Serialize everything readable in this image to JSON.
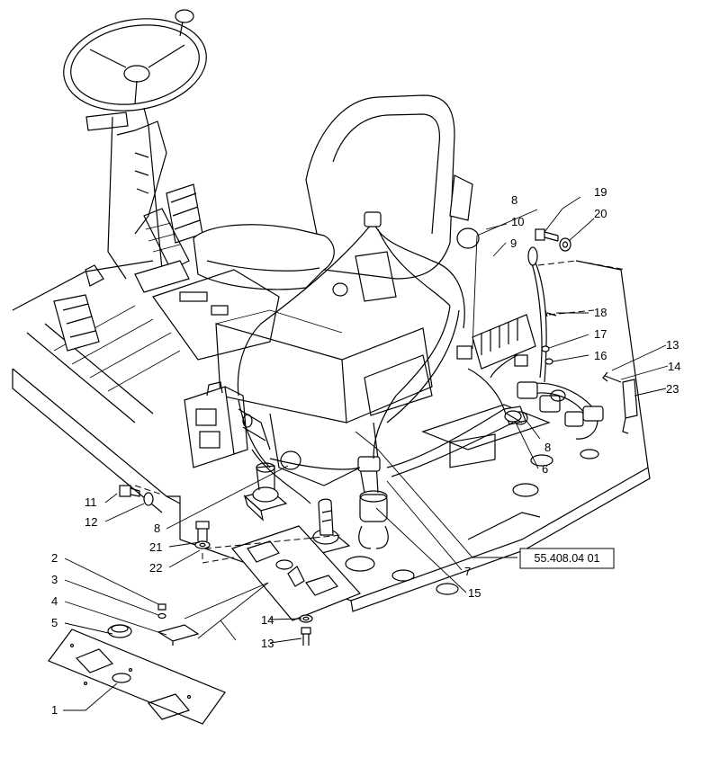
{
  "callouts": [
    {
      "id": "c1",
      "label": "1"
    },
    {
      "id": "c2",
      "label": "2"
    },
    {
      "id": "c3",
      "label": "3"
    },
    {
      "id": "c4",
      "label": "4"
    },
    {
      "id": "c5",
      "label": "5"
    },
    {
      "id": "c6",
      "label": "6"
    },
    {
      "id": "c7",
      "label": "7"
    },
    {
      "id": "c8a",
      "label": "8"
    },
    {
      "id": "c8b",
      "label": "8"
    },
    {
      "id": "c8c",
      "label": "8"
    },
    {
      "id": "c9",
      "label": "9"
    },
    {
      "id": "c10",
      "label": "10"
    },
    {
      "id": "c11",
      "label": "11"
    },
    {
      "id": "c12",
      "label": "12"
    },
    {
      "id": "c13a",
      "label": "13"
    },
    {
      "id": "c13b",
      "label": "13"
    },
    {
      "id": "c14a",
      "label": "14"
    },
    {
      "id": "c14b",
      "label": "14"
    },
    {
      "id": "c15",
      "label": "15"
    },
    {
      "id": "c16",
      "label": "16"
    },
    {
      "id": "c17",
      "label": "17"
    },
    {
      "id": "c18",
      "label": "18"
    },
    {
      "id": "c19",
      "label": "19"
    },
    {
      "id": "c20",
      "label": "20"
    },
    {
      "id": "c21",
      "label": "21"
    },
    {
      "id": "c22",
      "label": "22"
    },
    {
      "id": "c23",
      "label": "23"
    }
  ],
  "reference_box": {
    "label": "55.408.04 01"
  }
}
